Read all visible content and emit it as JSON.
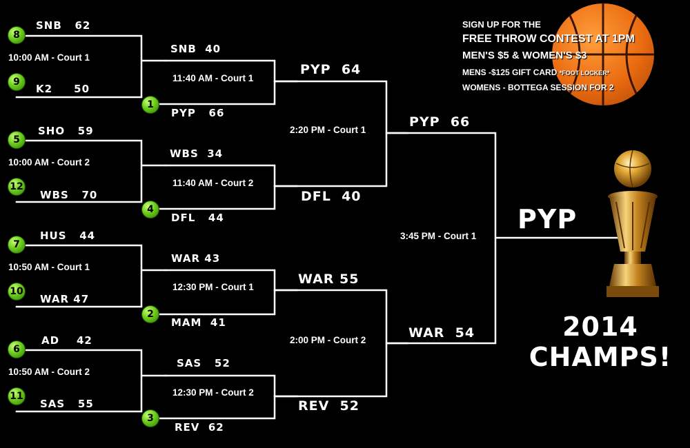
{
  "promo": {
    "line1": "SIGN UP FOR THE",
    "line2": "FREE THROW CONTEST AT 1PM",
    "line3": "MEN'S $5 & WOMEN'S $3",
    "line4a": "MENS -$125 GIFT CARD ",
    "line4b": "*FOOT LOCKER*",
    "line5": "WOMENS - BOTTEGA SESSION FOR 2"
  },
  "round1": [
    {
      "seed": "8",
      "team": "SNB   62"
    },
    {
      "seed": "9",
      "team": "K2     50"
    },
    {
      "seed": "5",
      "team": "SHO   59"
    },
    {
      "seed": "12",
      "team": "WBS   70"
    },
    {
      "seed": "7",
      "team": "HUS   44"
    },
    {
      "seed": "10",
      "team": "WAR 47"
    },
    {
      "seed": "6",
      "team": "AD    42"
    },
    {
      "seed": "11",
      "team": "SAS   55"
    }
  ],
  "round1_times": [
    "10:00 AM - Court 1",
    "10:00 AM - Court 2",
    "10:50 AM - Court 1",
    "10:50 AM - Court 2"
  ],
  "round2": [
    {
      "team": "SNB  40"
    },
    {
      "seed": "1",
      "team": "PYP   66"
    },
    {
      "team": "WBS  34"
    },
    {
      "seed": "4",
      "team": "DFL   44"
    },
    {
      "team": "WAR 43"
    },
    {
      "seed": "2",
      "team": "MAM  41"
    },
    {
      "team": "SAS   52"
    },
    {
      "seed": "3",
      "team": "REV  62"
    }
  ],
  "round2_times": [
    "11:40 AM - Court 1",
    "11:40 AM - Court 2",
    "12:30 PM - Court 1",
    "12:30 PM - Court 2"
  ],
  "semis": [
    "PYP  64",
    "DFL  40",
    "WAR 55",
    "REV  52"
  ],
  "semis_times": [
    "2:20 PM - Court 1",
    "2:00 PM - Court 2"
  ],
  "finals": [
    "PYP  66",
    "WAR  54"
  ],
  "final_time": "3:45 PM - Court 1",
  "champion": "PYP",
  "champs_line1": "2014",
  "champs_line2": "CHAMPS!"
}
